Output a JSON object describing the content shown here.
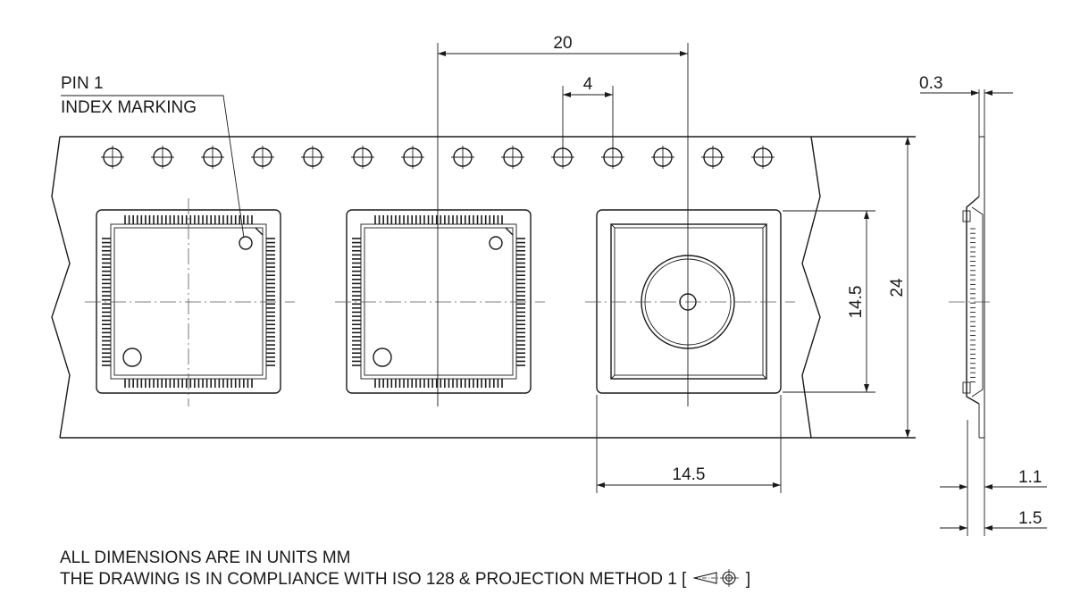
{
  "labels": {
    "pin1_line1": "PIN 1",
    "pin1_line2": "INDEX MARKING"
  },
  "dimensions": {
    "pitch": "20",
    "hole_pitch": "4",
    "tape_thickness": "0.3",
    "pocket_height": "14.5",
    "tape_width": "24",
    "pocket_width": "14.5",
    "cover_height": "1.1",
    "pocket_depth": "1.5"
  },
  "notes": {
    "units": "ALL DIMENSIONS ARE IN UNITS MM",
    "compliance": "THE DRAWING IS IN COMPLIANCE WITH ISO 128 & PROJECTION METHOD 1 [",
    "compliance_end": "]",
    "projection_symbol": "first-angle-projection-icon"
  }
}
